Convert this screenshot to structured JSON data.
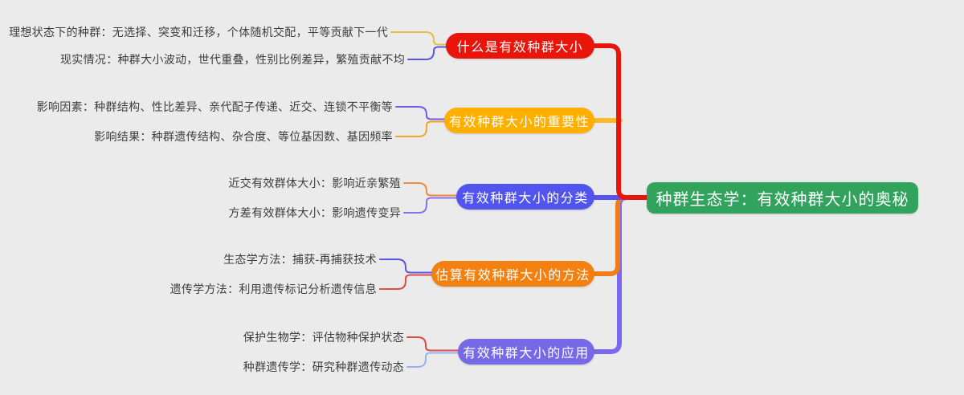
{
  "colors": {
    "bg": "#ebebeb",
    "text": "#3e3e3e",
    "node-red": "#e9150b",
    "node-amber": "#ffae02",
    "node-blue": "#5254ee",
    "node-orange": "#f28111",
    "node-purple": "#7769e6",
    "node-green": "#31a35c",
    "line-red": "#e8150b",
    "line-amber": "#fcb827",
    "line-blue": "#5a54ef",
    "line-orange": "#f07d18",
    "line-purple": "#7b68ee",
    "leaf-amber": "#eebc45",
    "leaf-blue": "#5c55e0",
    "leaf-purple": "#6f5de8",
    "leaf-orange": "#f6a32b",
    "leaf-salmon": "#f18a3e",
    "leaf-violet": "#8a72ec",
    "leaf-red": "#df4b44",
    "leaf-lblue": "#93b4f4"
  },
  "root": {
    "label": "种群生态学：有效种群大小的奥秘"
  },
  "branches": [
    {
      "label": "什么是有效种群大小",
      "leaves": [
        "理想状态下的种群：无选择、突变和迁移，个体随机交配，平等贡献下一代",
        "现实情况：种群大小波动，世代重叠，性别比例差异，繁殖贡献不均"
      ]
    },
    {
      "label": "有效种群大小的重要性",
      "leaves": [
        "影响因素：种群结构、性比差异、亲代配子传递、近交、连锁不平衡等",
        "影响结果：种群遗传结构、杂合度、等位基因数、基因频率"
      ]
    },
    {
      "label": "有效种群大小的分类",
      "leaves": [
        "近交有效群体大小：影响近亲繁殖",
        "方差有效群体大小：影响遗传变异"
      ]
    },
    {
      "label": "估算有效种群大小的方法",
      "leaves": [
        "生态学方法：捕获-再捕获技术",
        "遗传学方法：利用遗传标记分析遗传信息"
      ]
    },
    {
      "label": "有效种群大小的应用",
      "leaves": [
        "保护生物学：评估物种保护状态",
        "种群遗传学：研究种群遗传动态"
      ]
    }
  ]
}
